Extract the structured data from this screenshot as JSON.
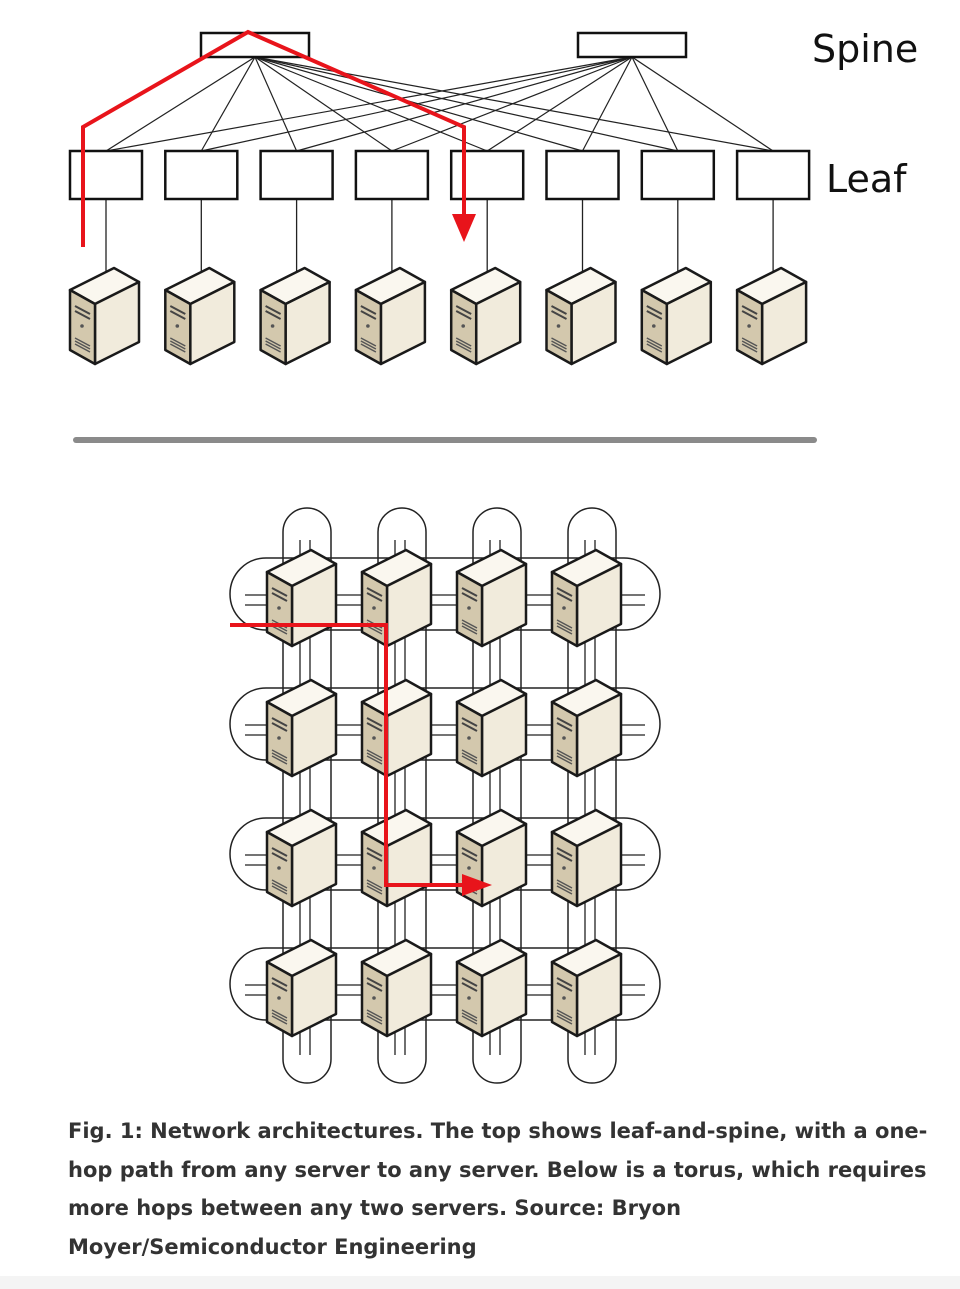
{
  "diagram": {
    "labels": {
      "spine": "Spine",
      "leaf": "Leaf"
    },
    "colors": {
      "path": "#e8141b",
      "line": "#222222",
      "divider": "#8a8a8a",
      "server_front": "#d3c8ad",
      "server_side": "#f1ebdc",
      "server_top": "#faf7ef",
      "caption_text": "#333333"
    },
    "icons": {
      "server": "server-tower-icon",
      "switch": "network-switch-icon",
      "arrow": "arrow-head-icon"
    },
    "leaf_spine": {
      "spine_count": 2,
      "leaf_count": 8,
      "server_count": 8
    },
    "torus": {
      "rows": 4,
      "cols": 4
    }
  },
  "caption": {
    "text": "Fig. 1: Network architectures. The top shows leaf-and-spine, with a one-hop path from any server to any server. Below is a torus, which requires more hops between any two servers. Source: Bryon Moyer/Semiconductor Engineering"
  }
}
